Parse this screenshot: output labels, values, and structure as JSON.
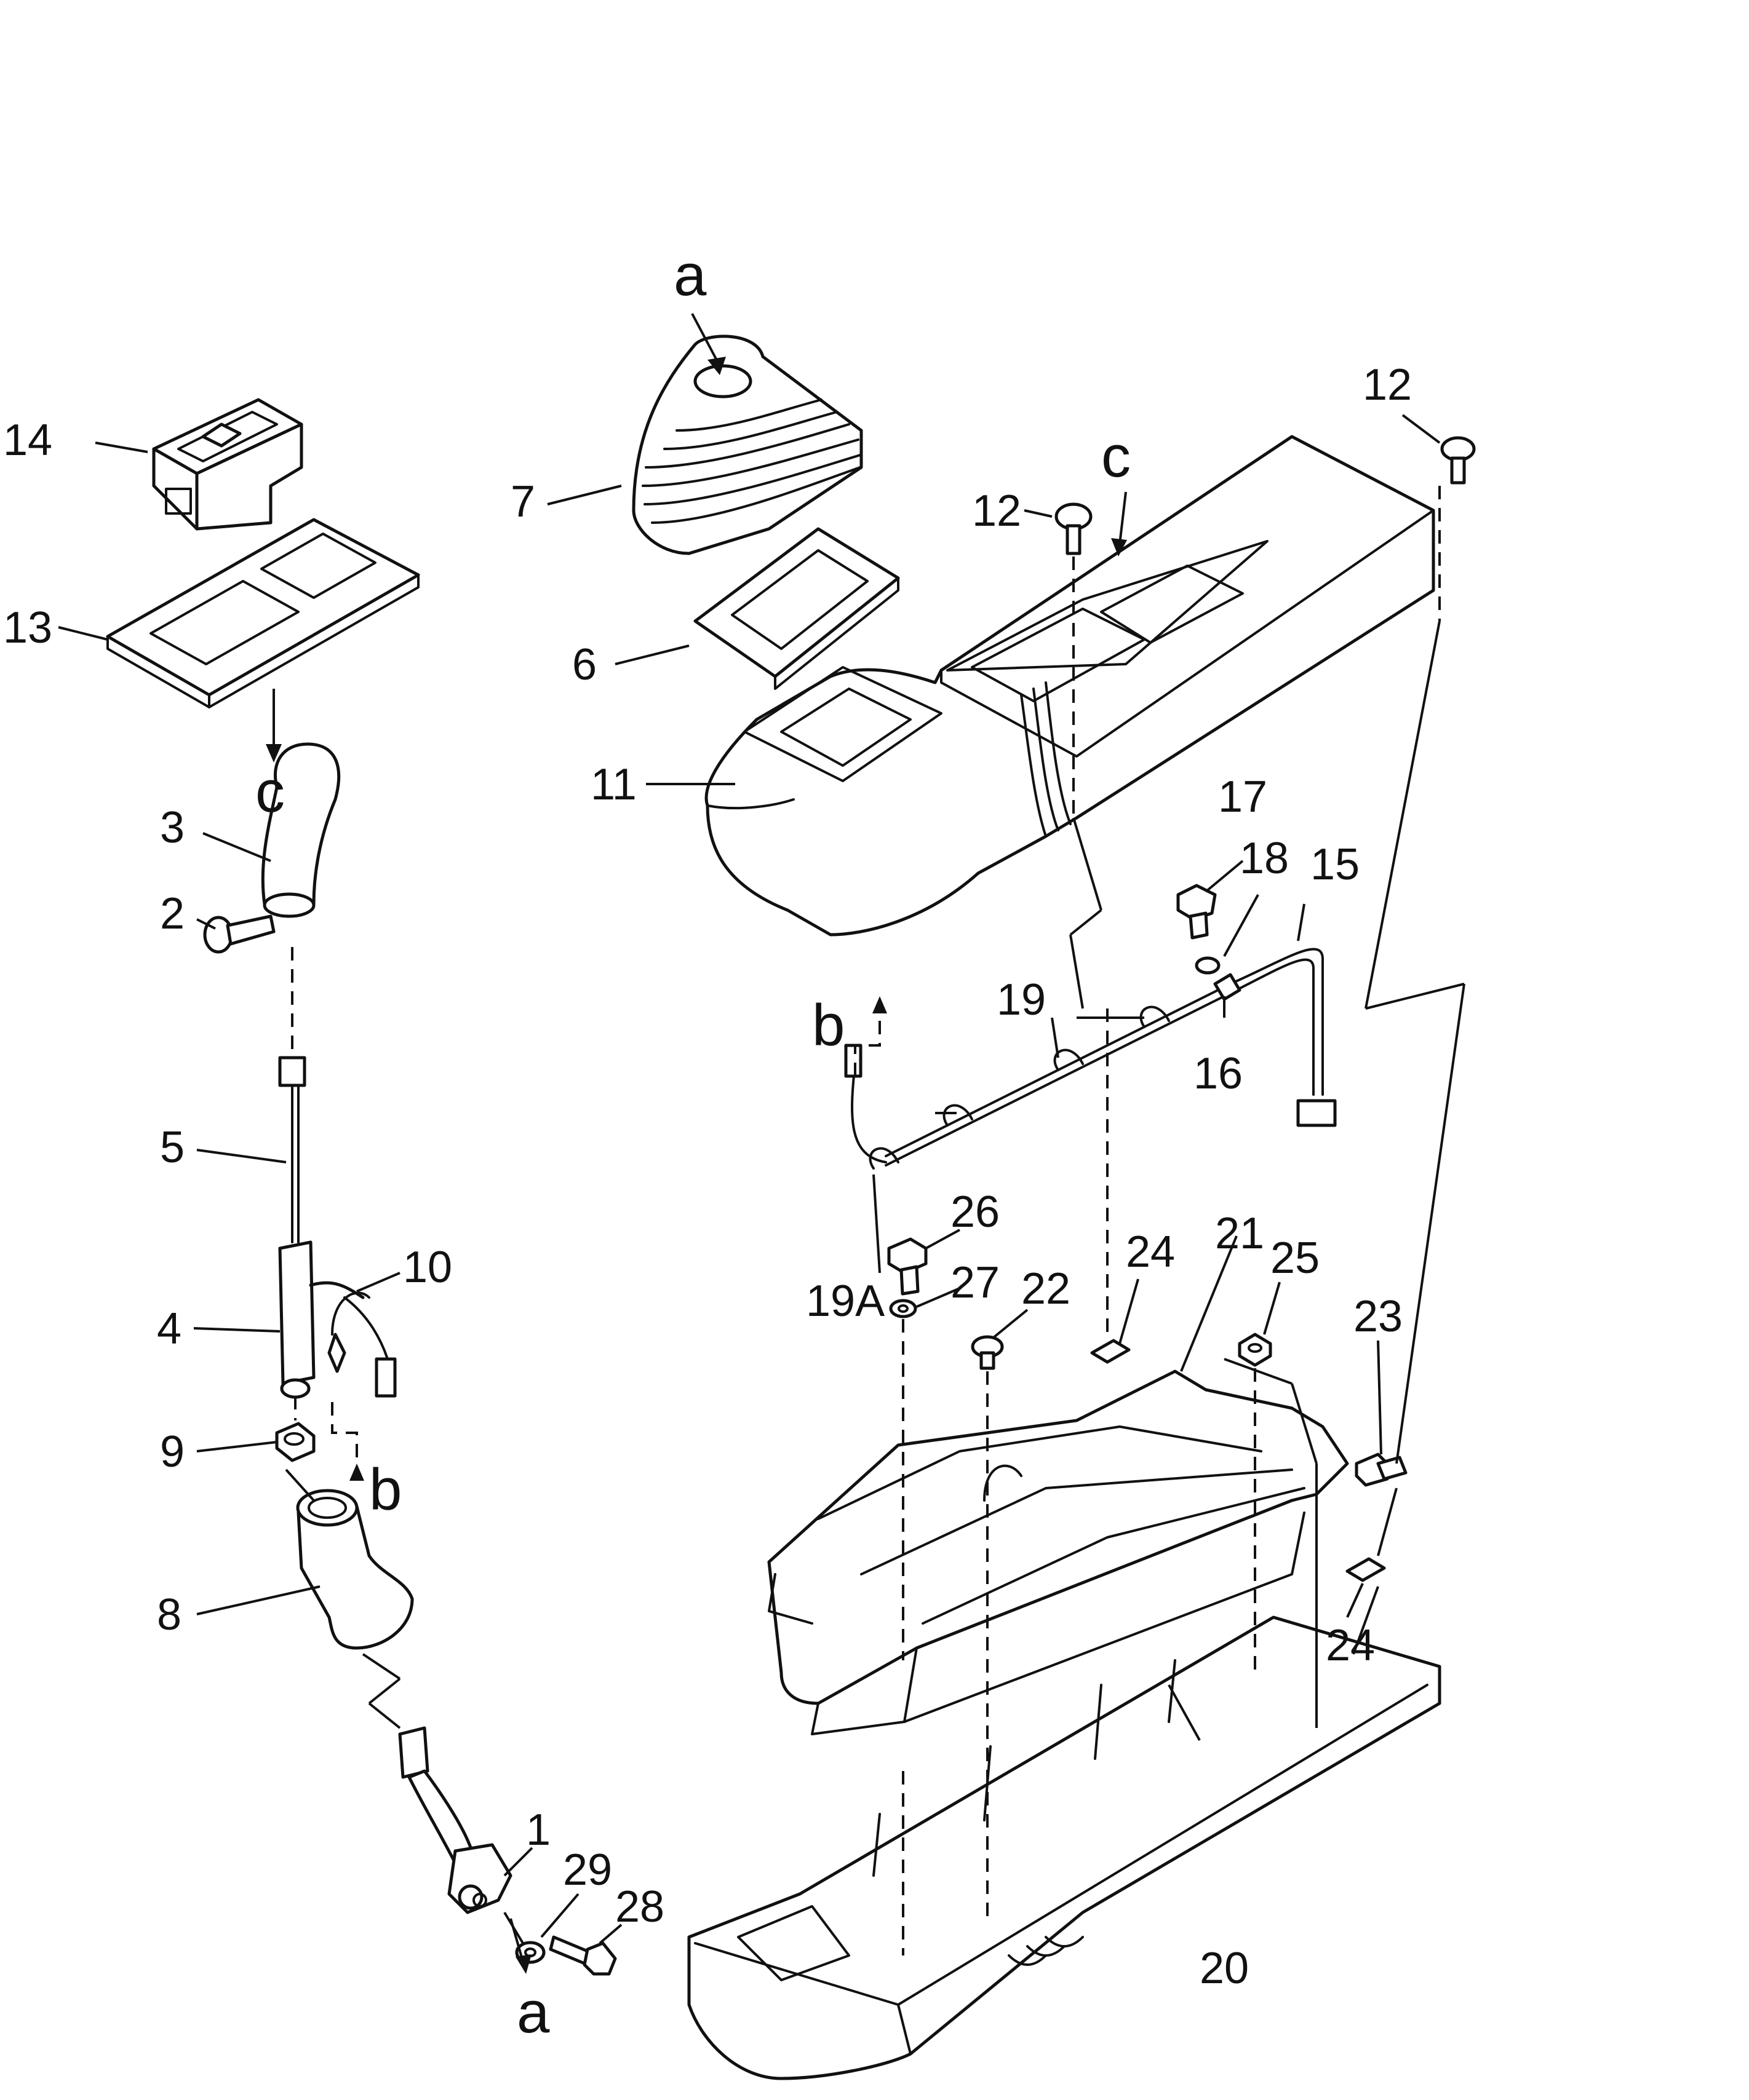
{
  "callouts": {
    "p1": "1",
    "p2": "2",
    "p3": "3",
    "p4": "4",
    "p5": "5",
    "p6": "6",
    "p7": "7",
    "p8": "8",
    "p9": "9",
    "p10": "10",
    "p11": "11",
    "p12a": "12",
    "p12b": "12",
    "p13": "13",
    "p14": "14",
    "p15": "15",
    "p16": "16",
    "p17": "17",
    "p18": "18",
    "p19": "19",
    "p19A": "19A",
    "p20": "20",
    "p21": "21",
    "p22": "22",
    "p23": "23",
    "p24a": "24",
    "p24b": "24",
    "p25": "25",
    "p26": "26",
    "p27": "27",
    "p28": "28",
    "p29": "29"
  },
  "connectors": {
    "a_top": "a",
    "a_bottom": "a",
    "b_left": "b",
    "b_right": "b",
    "c_left": "c",
    "c_right": "c"
  }
}
